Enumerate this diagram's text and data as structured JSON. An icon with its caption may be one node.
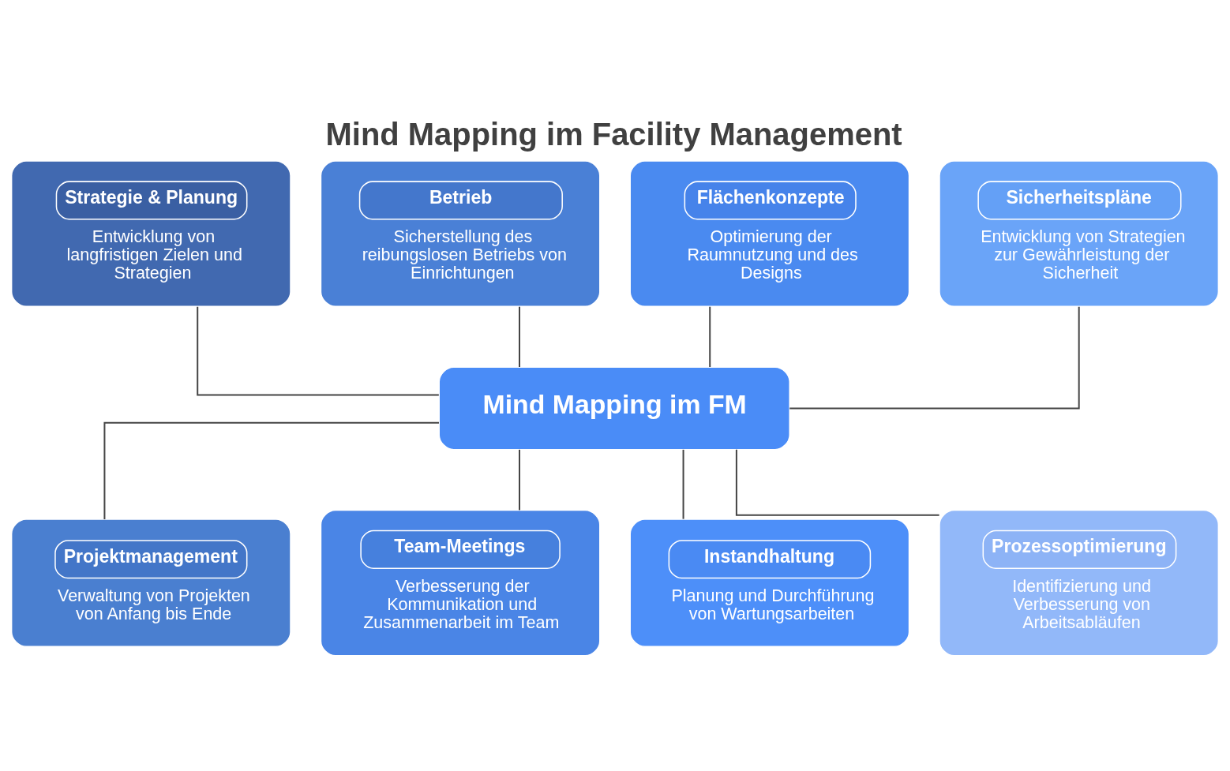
{
  "diagram": {
    "title": "Mind Mapping im Facility Management",
    "nodes": [
      {
        "text": [
          "Strategie & Planung",
          "Entwicklung von langfristigen Zielen und Strategien"
        ]
      },
      {
        "text": [
          "Betrieb",
          "Sicherstellung des reibungslosen Betriebs von Einrichtungen"
        ]
      },
      {
        "text": [
          "Flächenkonzepte",
          "Optimierung der Raumnutzung und des Designs"
        ]
      },
      {
        "text": [
          "Sicherheitspläne",
          "Entwicklung von Strategien zur Gewährleistung der Sicherheit"
        ]
      },
      {
        "text": [
          "Mind Mapping im FM"
        ]
      },
      {
        "text": [
          "Projektmanagement",
          "Verwaltung von Projekten von Anfang bis Ende"
        ]
      },
      {
        "text": [
          "Team-Meetings",
          "Verbesserung der Kommunikation und Zusammenarbeit im Team"
        ]
      },
      {
        "text": [
          "Instandhaltung",
          "Planung und Durchführung von Wartungsarbeiten"
        ]
      },
      {
        "text": [
          "Prozessoptimierung",
          "Identifizierung und Verbesserung von Arbeitsabläufen"
        ]
      }
    ],
    "edges": [
      {
        "from": 0,
        "to": 4,
        "arrow": "none"
      },
      {
        "from": 1,
        "to": 4,
        "arrow": "none"
      },
      {
        "from": 2,
        "to": 4,
        "arrow": "none"
      },
      {
        "from": 3,
        "to": 4,
        "arrow": "none"
      },
      {
        "from": 4,
        "to": 5,
        "arrow": "none"
      },
      {
        "from": 4,
        "to": 6,
        "arrow": "none"
      },
      {
        "from": 4,
        "to": 7,
        "arrow": "none"
      },
      {
        "from": 4,
        "to": 8,
        "arrow": "none"
      }
    ]
  }
}
